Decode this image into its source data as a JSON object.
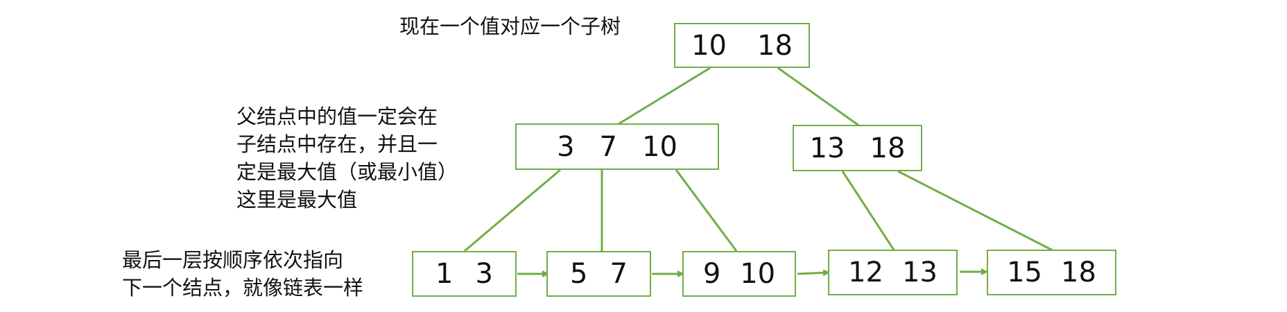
{
  "diagram": {
    "colors": {
      "line": "#70ad47",
      "text": "#111111"
    },
    "root": {
      "keys": [
        "10",
        "18"
      ]
    },
    "internal_left": {
      "keys": [
        "3",
        "7",
        "10"
      ]
    },
    "internal_right": {
      "keys": [
        "13",
        "18"
      ]
    },
    "leaves": [
      {
        "keys": [
          "1",
          "3"
        ]
      },
      {
        "keys": [
          "5",
          "7"
        ]
      },
      {
        "keys": [
          "9",
          "10"
        ]
      },
      {
        "keys": [
          "12",
          "13"
        ]
      },
      {
        "keys": [
          "15",
          "18"
        ]
      }
    ],
    "notes": {
      "root_note": "现在一个值对应一个子树",
      "parent_note": [
        "父结点中的值一定会在",
        "子结点中存在，并且一",
        "定是最大值（或最小值）",
        "这里是最大值"
      ],
      "leaf_note": [
        "最后一层按顺序依次指向",
        "下一个结点，就像链表一样"
      ]
    }
  }
}
